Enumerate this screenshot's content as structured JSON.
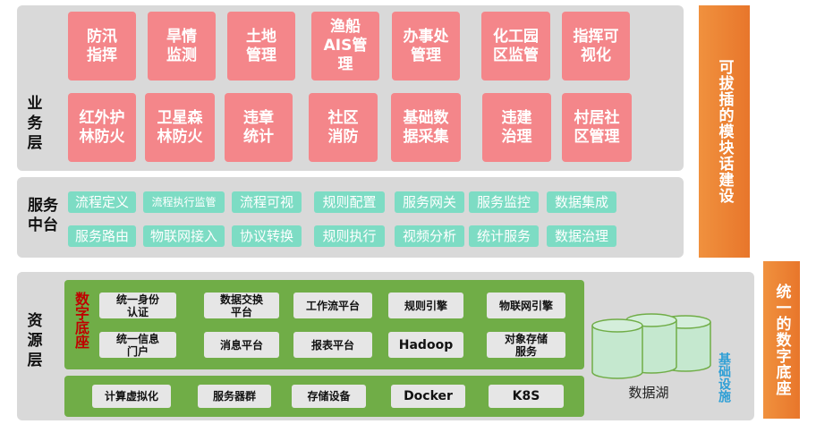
{
  "business_layer": {
    "label": "业\n务\n层",
    "row1": [
      "防汛\n指挥",
      "旱情\n监测",
      "土地\n管理",
      "渔船\nAIS管\n理",
      "办事处\n管理",
      "化工园\n区监管",
      "指挥可\n视化"
    ],
    "row2": [
      "红外护\n林防火",
      "卫星森\n林防火",
      "违章\n统计",
      "社区\n消防",
      "基础数\n据采集",
      "违建\n治理",
      "村居社\n区管理"
    ]
  },
  "service_layer": {
    "label": "服务\n中台",
    "row1": [
      "流程定义",
      "流程执行监管",
      "流程可视",
      "规则配置",
      "服务网关",
      "服务监控",
      "数据集成"
    ],
    "row2": [
      "服务路由",
      "物联网接入",
      "协议转换",
      "规则执行",
      "视频分析",
      "统计服务",
      "数据治理"
    ]
  },
  "resource_layer": {
    "label": "资\n源\n层",
    "digital_base_label": "数字底座",
    "digital_base_row1": [
      "统一身份\n认证",
      "数据交换\n平台",
      "工作流平台",
      "规则引擎",
      "物联网引擎"
    ],
    "digital_base_row2": [
      "统一信息\n门户",
      "消息平台",
      "报表平台",
      "Hadoop",
      "对象存储\n服务"
    ],
    "infra_row": [
      "计算虚拟化",
      "服务器群",
      "存储设备",
      "Docker",
      "K8S"
    ],
    "infra_label": "基础设施",
    "data_lake_label": "数据湖"
  },
  "side_bars": {
    "pluggable": "可拔插的模块话建设",
    "unified": "统一的数字底座"
  },
  "colors": {
    "panel": "#d9d9d9",
    "business_box": "#f4868a",
    "service_box": "#7ddcc4",
    "digital_base": "#70ad47",
    "orange": "#ed7d31",
    "digital_base_label": "#c00000",
    "infra_label": "#2e9fd6"
  }
}
